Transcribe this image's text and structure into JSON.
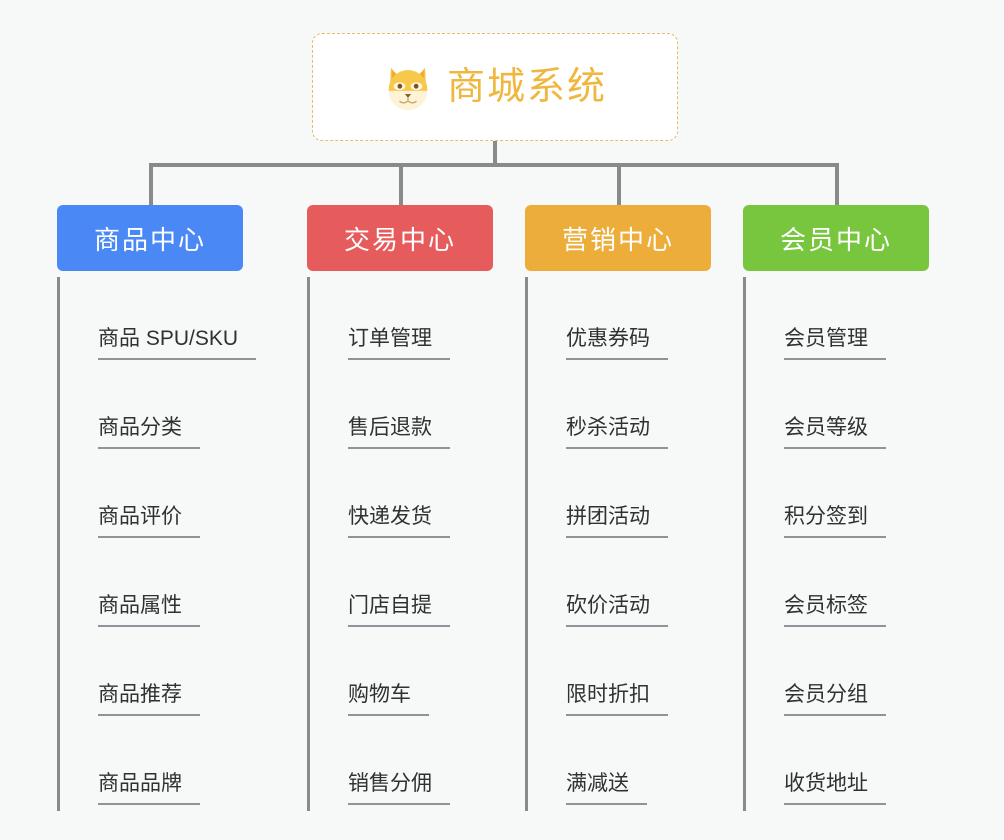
{
  "root": {
    "icon": "dog-face-icon",
    "title": "商城系统",
    "accent": "#f0b73f",
    "border": "#e7b96a"
  },
  "connector_color": "#8a8a8a",
  "background": "#f7f8f8",
  "columns": [
    {
      "id": "product-center",
      "label": "商品中心",
      "color": "#4a89f5",
      "items": [
        "商品 SPU/SKU",
        "商品分类",
        "商品评价",
        "商品属性",
        "商品推荐",
        "商品品牌"
      ]
    },
    {
      "id": "trade-center",
      "label": "交易中心",
      "color": "#e65c5c",
      "items": [
        "订单管理",
        "售后退款",
        "快递发货",
        "门店自提",
        "购物车",
        "销售分佣"
      ]
    },
    {
      "id": "marketing-center",
      "label": "营销中心",
      "color": "#edad3b",
      "items": [
        "优惠券码",
        "秒杀活动",
        "拼团活动",
        "砍价活动",
        "限时折扣",
        "满减送"
      ]
    },
    {
      "id": "member-center",
      "label": "会员中心",
      "color": "#77c63e",
      "items": [
        "会员管理",
        "会员等级",
        "积分签到",
        "会员标签",
        "会员分组",
        "收货地址"
      ]
    }
  ]
}
